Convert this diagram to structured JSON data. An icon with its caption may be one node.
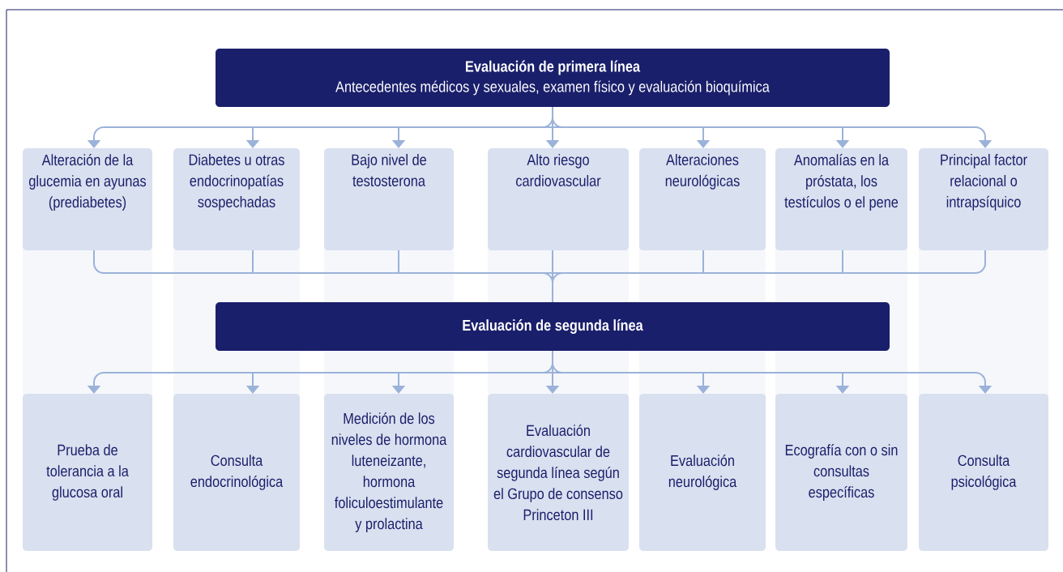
{
  "diagram": {
    "nodes": [
      {
        "text": [
          "Evaluación de primera línea",
          "Antecedentes médicos y sexuales, examen físico y evaluación bioquímica"
        ]
      },
      {
        "text": [
          "Alteración de la glucemia en ayunas (prediabetes)"
        ]
      },
      {
        "text": [
          "Diabetes u otras endocrinopatías sospechadas"
        ]
      },
      {
        "text": [
          "Bajo nivel de testosterona"
        ]
      },
      {
        "text": [
          "Alto riesgo cardiovascular"
        ]
      },
      {
        "text": [
          "Alteraciones neurológicas"
        ]
      },
      {
        "text": [
          "Anomalías en la próstata, los testículos o el pene"
        ]
      },
      {
        "text": [
          "Principal factor relacional o intrapsíquico"
        ]
      },
      {
        "text": [
          "Evaluación de segunda línea"
        ]
      },
      {
        "text": [
          "Prueba de tolerancia a la glucosa oral"
        ]
      },
      {
        "text": [
          "Consulta endocrinológica"
        ]
      },
      {
        "text": [
          "Medición de los niveles de hormona luteneizante, hormona foliculoestimulante y prolactina"
        ]
      },
      {
        "text": [
          "Evaluación cardiovascular de segunda línea según el Grupo de consenso Princeton III"
        ]
      },
      {
        "text": [
          "Evaluación neurológica"
        ]
      },
      {
        "text": [
          "Ecografía con o sin consultas específicas"
        ]
      },
      {
        "text": [
          "Consulta psicológica"
        ]
      }
    ],
    "edges": [
      {
        "from": 0,
        "to": 1,
        "arrow": "to"
      },
      {
        "from": 0,
        "to": 2,
        "arrow": "to"
      },
      {
        "from": 0,
        "to": 3,
        "arrow": "to"
      },
      {
        "from": 0,
        "to": 4,
        "arrow": "to"
      },
      {
        "from": 0,
        "to": 5,
        "arrow": "to"
      },
      {
        "from": 0,
        "to": 6,
        "arrow": "to"
      },
      {
        "from": 0,
        "to": 7,
        "arrow": "to"
      },
      {
        "from": 1,
        "to": 8,
        "arrow": "none"
      },
      {
        "from": 2,
        "to": 8,
        "arrow": "none"
      },
      {
        "from": 3,
        "to": 8,
        "arrow": "none"
      },
      {
        "from": 4,
        "to": 8,
        "arrow": "none"
      },
      {
        "from": 5,
        "to": 8,
        "arrow": "none"
      },
      {
        "from": 6,
        "to": 8,
        "arrow": "none"
      },
      {
        "from": 7,
        "to": 8,
        "arrow": "none"
      },
      {
        "from": 8,
        "to": 9,
        "arrow": "to"
      },
      {
        "from": 8,
        "to": 10,
        "arrow": "to"
      },
      {
        "from": 8,
        "to": 11,
        "arrow": "to"
      },
      {
        "from": 8,
        "to": 12,
        "arrow": "to"
      },
      {
        "from": 8,
        "to": 13,
        "arrow": "to"
      },
      {
        "from": 8,
        "to": 14,
        "arrow": "to"
      },
      {
        "from": 8,
        "to": 15,
        "arrow": "to"
      }
    ]
  }
}
